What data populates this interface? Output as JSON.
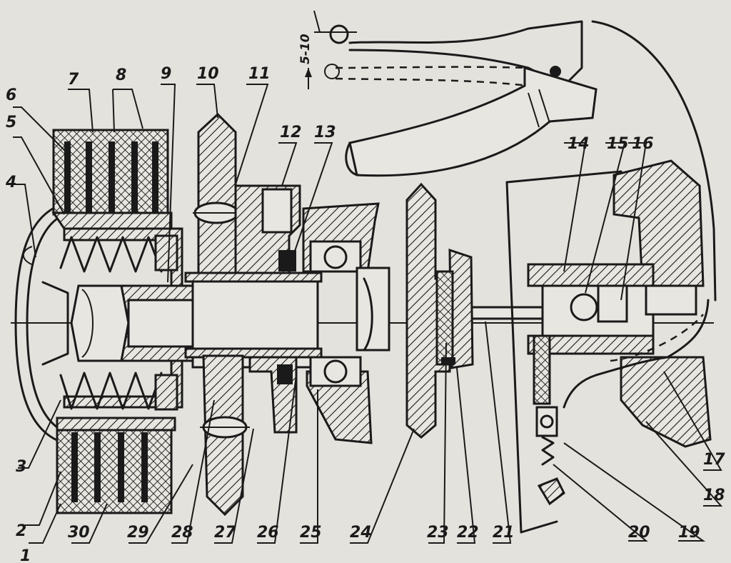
{
  "callouts": [
    "1",
    "2",
    "3",
    "4",
    "5",
    "6",
    "7",
    "8",
    "9",
    "10",
    "11",
    "12",
    "13",
    "14",
    "15",
    "16",
    "17",
    "18",
    "19",
    "20",
    "21",
    "22",
    "23",
    "24",
    "25",
    "26",
    "27",
    "28",
    "29",
    "30"
  ],
  "dimension_label": "5-10"
}
